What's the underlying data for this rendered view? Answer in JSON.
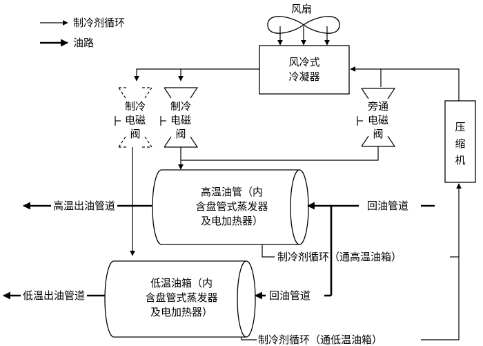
{
  "legend": {
    "refrigerant_cycle": "制冷剂循环",
    "oil_path": "油路"
  },
  "fan": "风扇",
  "condenser": [
    "风冷式",
    "冷凝器"
  ],
  "compressor": [
    "压",
    "缩",
    "机"
  ],
  "valves": {
    "cooling_valve_1": [
      "制冷",
      "电磁",
      "阀"
    ],
    "cooling_valve_2": [
      "制冷",
      "电磁",
      "阀"
    ],
    "bypass_valve": [
      "旁通",
      "电磁",
      "阀"
    ]
  },
  "high_tank": [
    "高温油管（内",
    "含盘管式蒸发器",
    "及电加热器）"
  ],
  "low_tank": [
    "低温油箱（内",
    "含盘管式蒸发器",
    "及电加热器）"
  ],
  "labels": {
    "high_oil_out": "高温出油管道",
    "low_oil_out": "低温出油管道",
    "oil_return_high": "回油管道",
    "oil_return_low": "回油管道",
    "refrig_high": "制冷剂循环（通高温油箱）",
    "refrig_low": "制冷剂循环（通低温油箱）"
  }
}
